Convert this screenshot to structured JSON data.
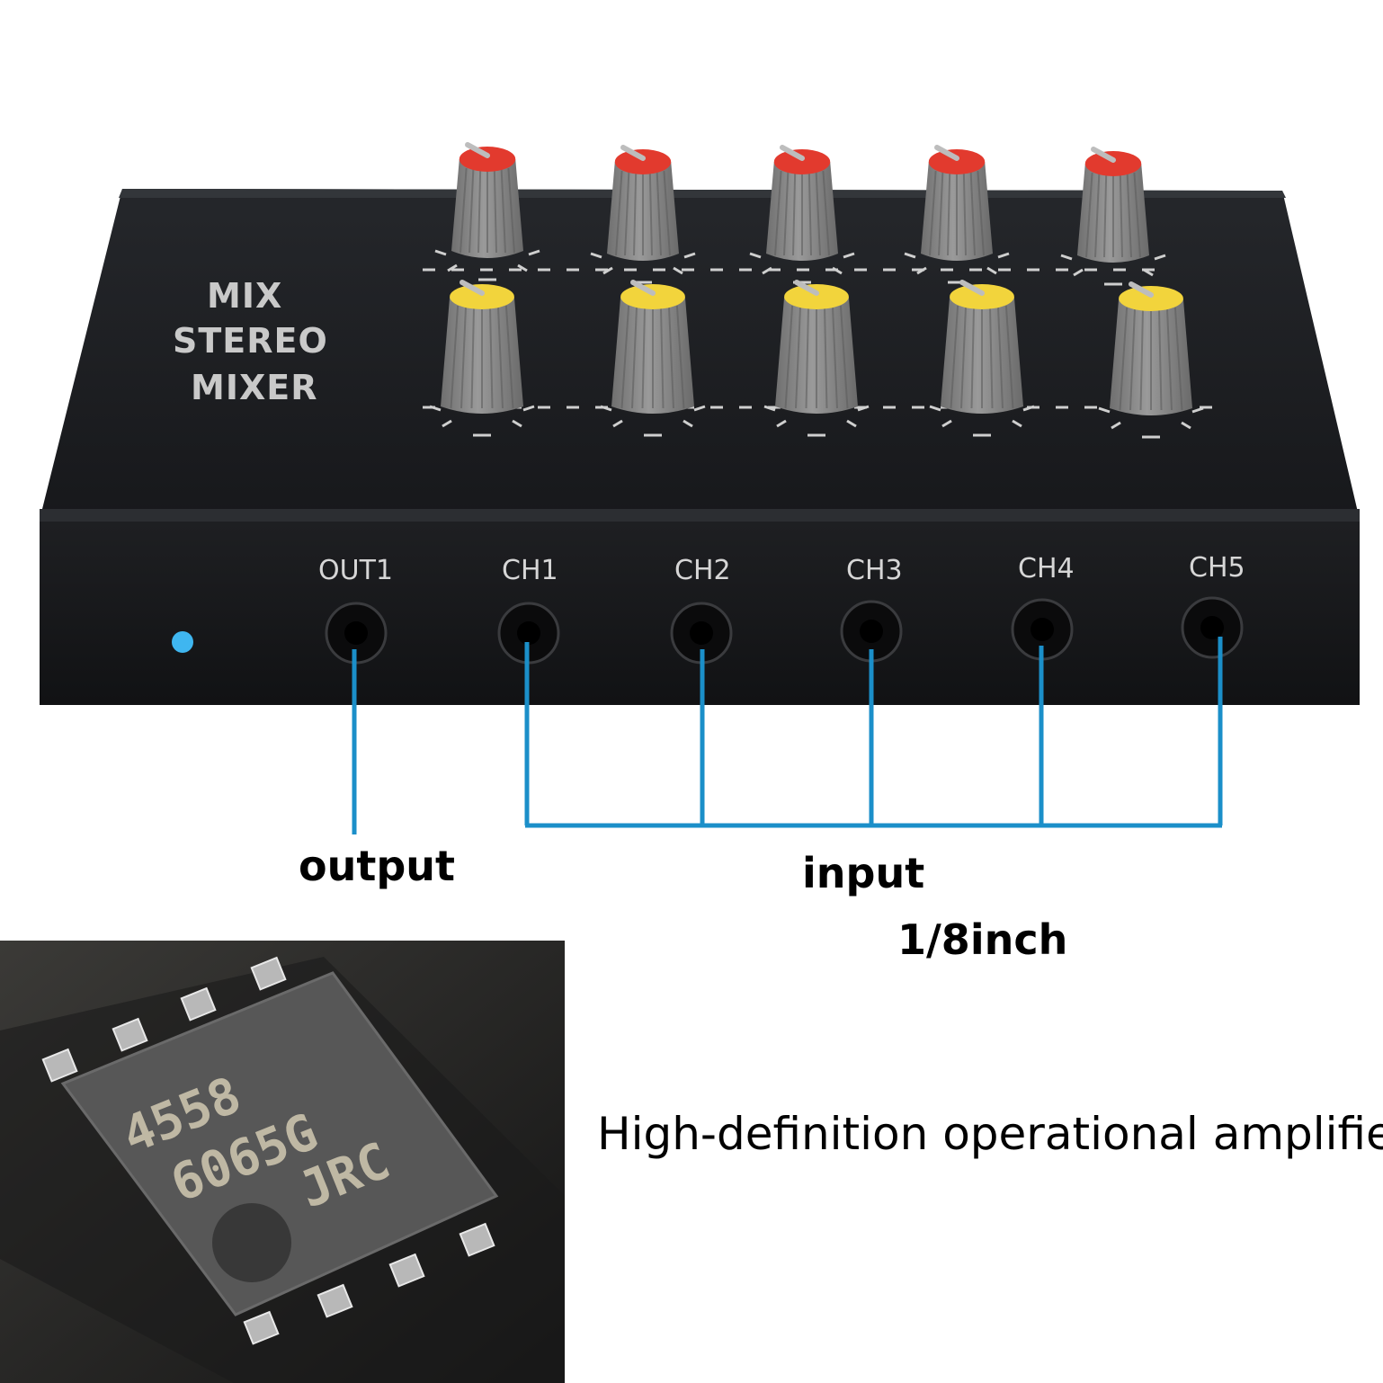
{
  "device": {
    "brand_lines": [
      "MIX",
      "STEREO",
      "MIXER"
    ],
    "ports": [
      "OUT1",
      "CH1",
      "CH2",
      "CH3",
      "CH4",
      "CH5"
    ],
    "colors": {
      "body": "#1d1f22",
      "knob_cap_top_row": "#e23a2e",
      "knob_cap_bottom_row": "#f2d43c",
      "knob_skirt": "#8a8a8a",
      "led": "#3fb6f0",
      "connector_lines": "#1b8fc9"
    }
  },
  "annotations": {
    "output": "output",
    "input": "input",
    "size": "1/8inch"
  },
  "chip": {
    "line1": "4558",
    "line2": "6065G",
    "line3": "JRC"
  },
  "caption": "High-definition operational amplifier"
}
